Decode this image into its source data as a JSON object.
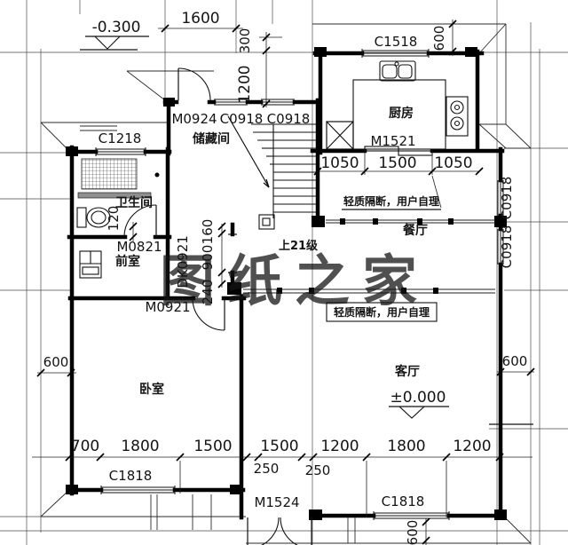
{
  "watermark": {
    "text": "图纸之家",
    "color": "#de3a39"
  },
  "levels": {
    "entry": "-0.300",
    "ground": "±0.000"
  },
  "rooms": {
    "kitchen": "厨房",
    "storage": "储藏间",
    "bathroom": "卫生间",
    "anteroom": "前室",
    "dining": "餐厅",
    "bedroom": "卧室",
    "living": "客厅"
  },
  "stairs": {
    "note": "上21级"
  },
  "notes": {
    "partition": "轻质隔断，用户自理"
  },
  "openings": {
    "m0924": "M0924",
    "m1521": "M1521",
    "m0821": "M0821",
    "m0921": "M0921",
    "m1524": "M1524",
    "dk0921": "DK0921",
    "c1518": "C1518",
    "c1218": "C1218",
    "c0918": "C0918",
    "c1818": "C1818"
  },
  "dims": {
    "top_width": "1600",
    "eave_300": "300",
    "porch_1200": "1200",
    "top_right_600": "600",
    "kitchen": [
      "1050",
      "1500",
      "1050"
    ],
    "center": [
      "160",
      "900",
      "240"
    ],
    "bath_120": "120",
    "left_600": "600",
    "right_600": "600",
    "bottom": [
      "700",
      "1800",
      "1500",
      "1500",
      "1200",
      "1800",
      "1200"
    ],
    "sub_250": "250",
    "bottom_right_600": "600"
  }
}
